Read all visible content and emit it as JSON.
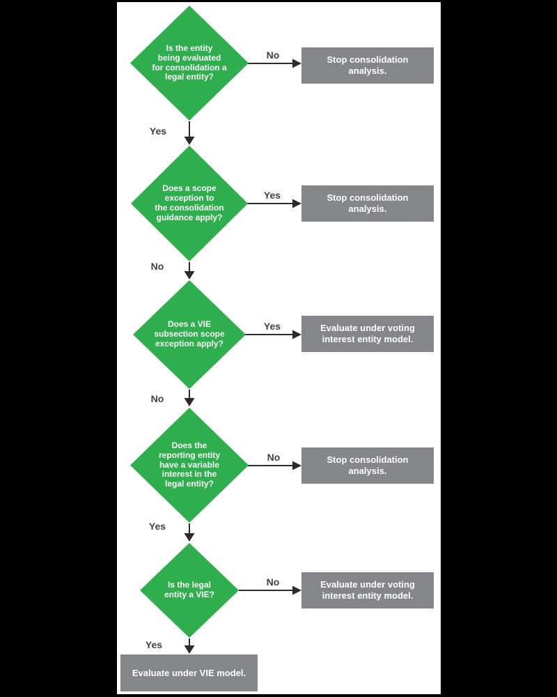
{
  "flowchart": {
    "colors": {
      "page_bg": "#000000",
      "panel_bg": "#fefefe",
      "diamond": "#2eae4c",
      "box": "#84868a",
      "node_text": "#ffffff",
      "label": "#3d4148",
      "arrow": "#2b2b2b"
    },
    "decisions": [
      {
        "question": "Is the entity\nbeing evaluated\nfor consolidation a\nlegal entity?",
        "branch_label": "No",
        "branch_outcome": "Stop consolidation\nanalysis.",
        "continue_label": "Yes"
      },
      {
        "question": "Does a scope\nexception to\nthe consolidation\nguidance apply?",
        "branch_label": "Yes",
        "branch_outcome": "Stop consolidation\nanalysis.",
        "continue_label": "No"
      },
      {
        "question": "Does a VIE\nsubsection scope\nexception apply?",
        "branch_label": "Yes",
        "branch_outcome": "Evaluate under voting\ninterest entity model.",
        "continue_label": "No"
      },
      {
        "question": "Does the\nreporting entity\nhave a variable\ninterest in the\nlegal entity?",
        "branch_label": "No",
        "branch_outcome": "Stop consolidation\nanalysis.",
        "continue_label": "Yes"
      },
      {
        "question": "Is the legal\nentity a VIE?",
        "branch_label": "No",
        "branch_outcome": "Evaluate under voting\ninterest entity model.",
        "continue_label": "Yes"
      }
    ],
    "final_outcome": "Evaluate under VIE model."
  }
}
